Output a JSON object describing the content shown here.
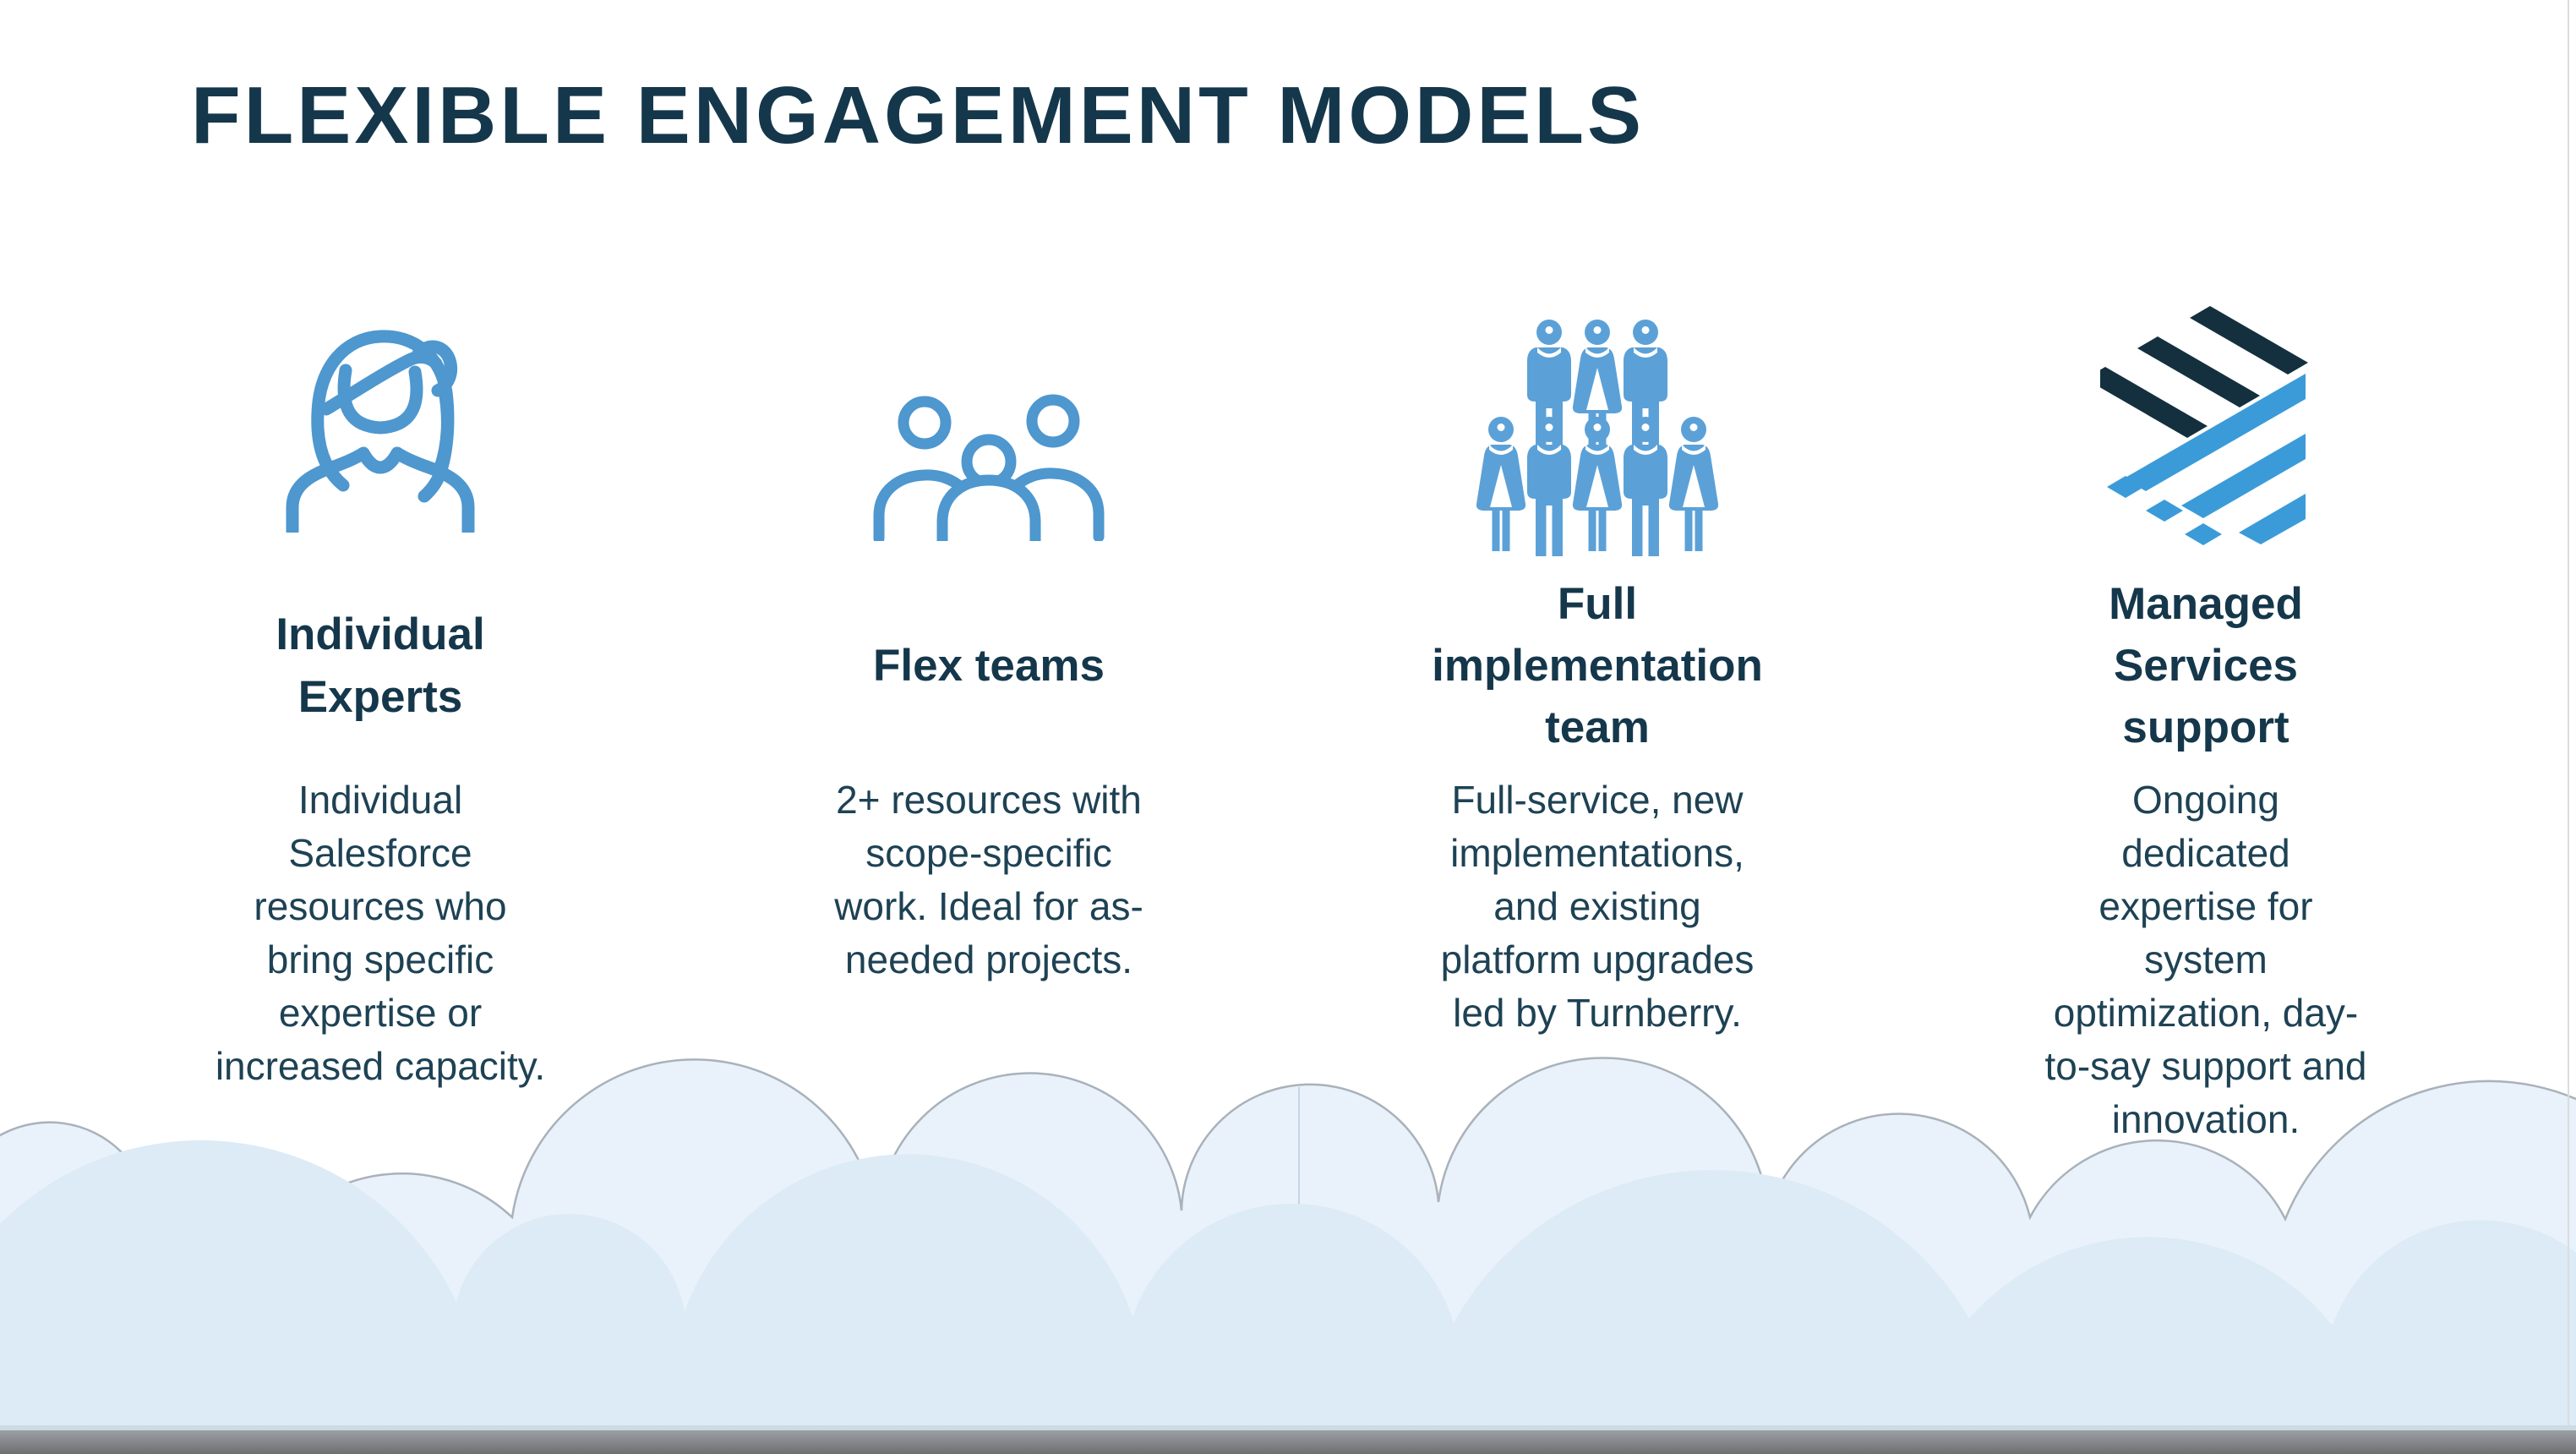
{
  "slide": {
    "title": "FLEXIBLE ENGAGEMENT MODELS",
    "columns": [
      {
        "icon": "individual-expert-woman-icon",
        "heading": "Individual\nExperts",
        "body": "Individual\nSalesforce\nresources who\nbring specific\nexpertise or\nincreased capacity."
      },
      {
        "icon": "flex-teams-people-icon",
        "heading": "Flex teams",
        "body": "2+ resources with\nscope-specific\nwork. Ideal for as-\nneeded projects."
      },
      {
        "icon": "implementation-team-group-icon",
        "heading": "Full\nimplementation\nteam",
        "body": "Full-service, new\nimplementations,\nand existing\nplatform upgrades\nled by Turnberry."
      },
      {
        "icon": "turnberry-logo",
        "heading": "Managed\nServices\nsupport",
        "body": "Ongoing\ndedicated\nexpertise for\nsystem\noptimization, day-\nto-say support and\ninnovation."
      }
    ],
    "colors": {
      "heading_ink": "#15374b",
      "body_ink": "#1e4254",
      "icon_blue": "#4e97cf",
      "figure_blue": "#5ba1d8",
      "logo_navy": "#14303f",
      "logo_blue": "#3b9bd9",
      "cloud_back": "#e9f2fa",
      "cloud_front": "#dcebf5"
    }
  }
}
